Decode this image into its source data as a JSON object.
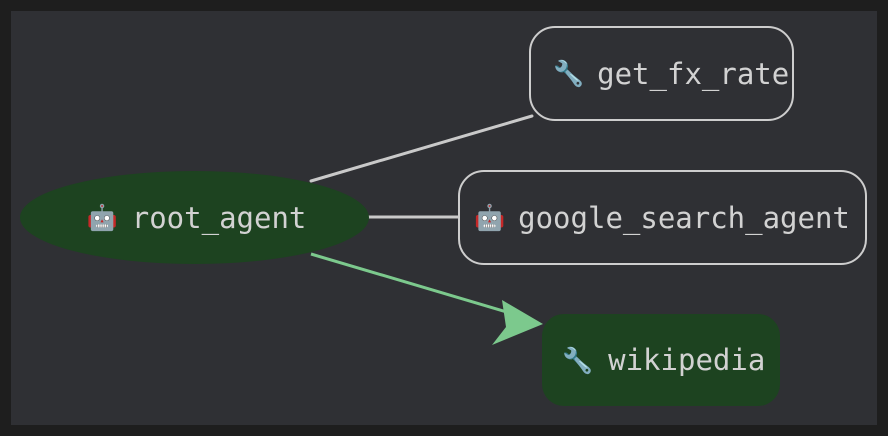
{
  "graph": {
    "title": "agent hierarchy graph",
    "background_color": "#2f3034",
    "frame_color": "#1e1e1e",
    "nodes": [
      {
        "id": "root_agent",
        "label": "root_agent",
        "icon": "robot-icon",
        "icon_glyph": "🤖",
        "shape": "ellipse",
        "style": "filled",
        "fill_color": "#1d4320",
        "text_color": "#d2d2d2"
      },
      {
        "id": "get_fx_rate",
        "label": "get_fx_rate",
        "icon": "wrench-icon",
        "icon_glyph": "🔧",
        "shape": "rounded-rectangle",
        "style": "outlined",
        "border_color": "#cdcdcd",
        "text_color": "#d2d2d2"
      },
      {
        "id": "google_search_agent",
        "label": "google_search_agent",
        "icon": "robot-icon",
        "icon_glyph": "🤖",
        "shape": "rounded-rectangle",
        "style": "outlined",
        "border_color": "#cdcdcd",
        "text_color": "#d2d2d2"
      },
      {
        "id": "wikipedia",
        "label": "wikipedia",
        "icon": "wrench-icon",
        "icon_glyph": "🔧",
        "shape": "rounded-rectangle",
        "style": "filled",
        "fill_color": "#1d4320",
        "text_color": "#d2d2d2"
      }
    ],
    "edges": [
      {
        "id": "root-to-get-fx-rate",
        "from": "root_agent",
        "to": "get_fx_rate",
        "color": "#c9c9c9",
        "arrow": false
      },
      {
        "id": "root-to-google-search-agent",
        "from": "root_agent",
        "to": "google_search_agent",
        "color": "#c9c9c9",
        "arrow": false
      },
      {
        "id": "root-to-wikipedia",
        "from": "root_agent",
        "to": "wikipedia",
        "color": "#7cc98d",
        "arrow": true
      }
    ]
  }
}
